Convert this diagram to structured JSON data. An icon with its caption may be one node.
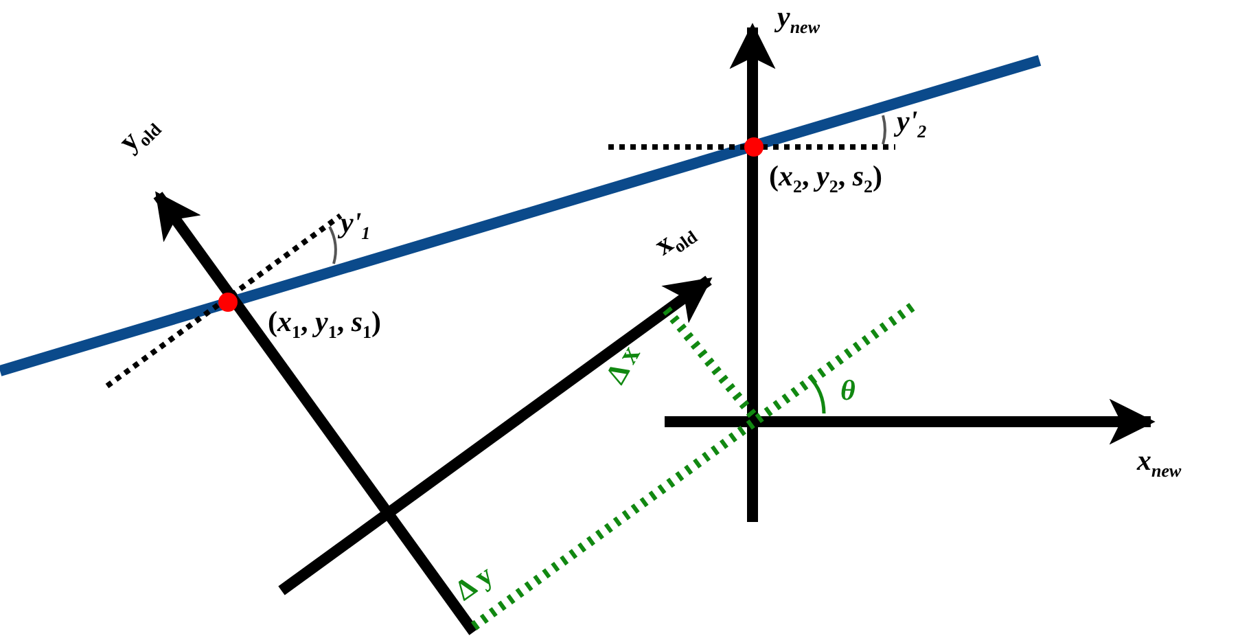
{
  "diagram": {
    "labels": [
      "y$_{old}$",
      "y'$_{1}$",
      "(*x*$_{1}$, *y*$_{1}$, *s*$_{1}$)",
      "x$_{old}$",
      "y$_{new}$",
      "y'$_{2}$",
      "(*x*$_{2}$, *y*$_{2}$, *s*$_{2}$)",
      "Δ x",
      "Δ y",
      "θ",
      "x$_{new}$"
    ]
  }
}
